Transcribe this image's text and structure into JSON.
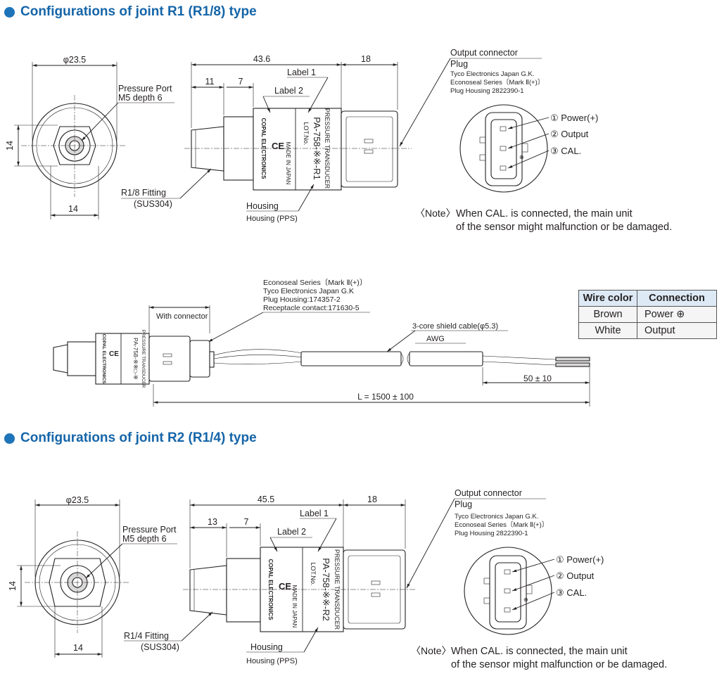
{
  "section1": {
    "title": "Configurations of joint R1 (R1/8) type"
  },
  "section2": {
    "title": "Configurations of joint R2 (R1/4) type"
  },
  "r1": {
    "dim_dia": "φ23.5",
    "dim_14v": "14",
    "dim_14h": "14",
    "pressure_port_1": "Pressure Port",
    "pressure_port_2": "M5 depth 6",
    "fitting_1": "R1/8 Fitting",
    "fitting_2": "(SUS304)",
    "dim_total": "43.6",
    "dim_conn": "18",
    "dim_11": "11",
    "dim_7": "7",
    "label1": "Label 1",
    "label2": "Label 2",
    "housing_1": "Housing",
    "housing_2": "Housing (PPS)",
    "body_text_1": "PRESSURE TRANSDUCER",
    "body_text_2": "PA-758-※※-R1",
    "body_text_3": "LOT.No.",
    "brand_text": "COPAL ELECTRONICS",
    "made_in": "MADE IN JAPAN",
    "ce": "CE",
    "out_conn": "Output connector",
    "plug": "Plug",
    "tyco": "Tyco Electronics Japan G.K.",
    "econo": "Econoseal Series〔Mark Ⅱ(+)〕",
    "plug_housing": "Plug Housing 2822390-1",
    "pin1": "① Power(+)",
    "pin2": "② Output",
    "pin3": "③ CAL.",
    "note_label": "〈Note〉",
    "note_1": "When CAL. is connected, the main unit",
    "note_2": "of the sensor might malfunction or be damaged."
  },
  "cable": {
    "econo": "Econoseal Series〔Mark Ⅱ(+)〕",
    "tyco": "Tyco Electronics Japan G.K",
    "plug_housing": "Plug Housing:174357-2",
    "receptacle": "Receptacle contact:171630-5",
    "with_conn": "With connector",
    "shield": "3-core shield cable(φ5.3)",
    "awg": "AWG",
    "dim_50": "50 ± 10",
    "dim_L": "L = 1500 ± 100",
    "body_text_1": "PRESSURE TRANSDUCER",
    "body_text_2": "PA-758-※※□-※",
    "brand_text": "COPAL ELECTRONICS"
  },
  "wire_table": {
    "headers": [
      "Wire color",
      "Connection"
    ],
    "rows": [
      [
        "Brown",
        "Power ⊕"
      ],
      [
        "White",
        "Output"
      ]
    ]
  },
  "r2": {
    "dim_dia": "φ23.5",
    "dim_14v": "14",
    "dim_14h": "14",
    "pressure_port_1": "Pressure Port",
    "pressure_port_2": "M5 depth 6",
    "fitting_1": "R1/4 Fitting",
    "fitting_2": "(SUS304)",
    "dim_total": "45.5",
    "dim_conn": "18",
    "dim_13": "13",
    "dim_7": "7",
    "label1": "Label 1",
    "label2": "Label 2",
    "housing_1": "Housing",
    "housing_2": "Housing (PPS)",
    "body_text_1": "PRESSURE TRANSDUCER",
    "body_text_2": "PA-758-※※-R2",
    "body_text_3": "LOT.No.",
    "brand_text": "COPAL ELECTRONICS",
    "made_in": "MADE IN JAPAN",
    "ce": "CE",
    "out_conn": "Output connector",
    "plug": "Plug",
    "tyco": "Tyco Electronics Japan G.K.",
    "econo": "Econoseal Series〔Mark Ⅱ(+)〕",
    "plug_housing": "Plug Housing 2822390-1",
    "pin1": "① Power(+)",
    "pin2": "② Output",
    "pin3": "③ CAL.",
    "note_label": "〈Note〉",
    "note_1": "When CAL. is connected, the main unit",
    "note_2": "of the sensor might malfunction or be damaged."
  }
}
